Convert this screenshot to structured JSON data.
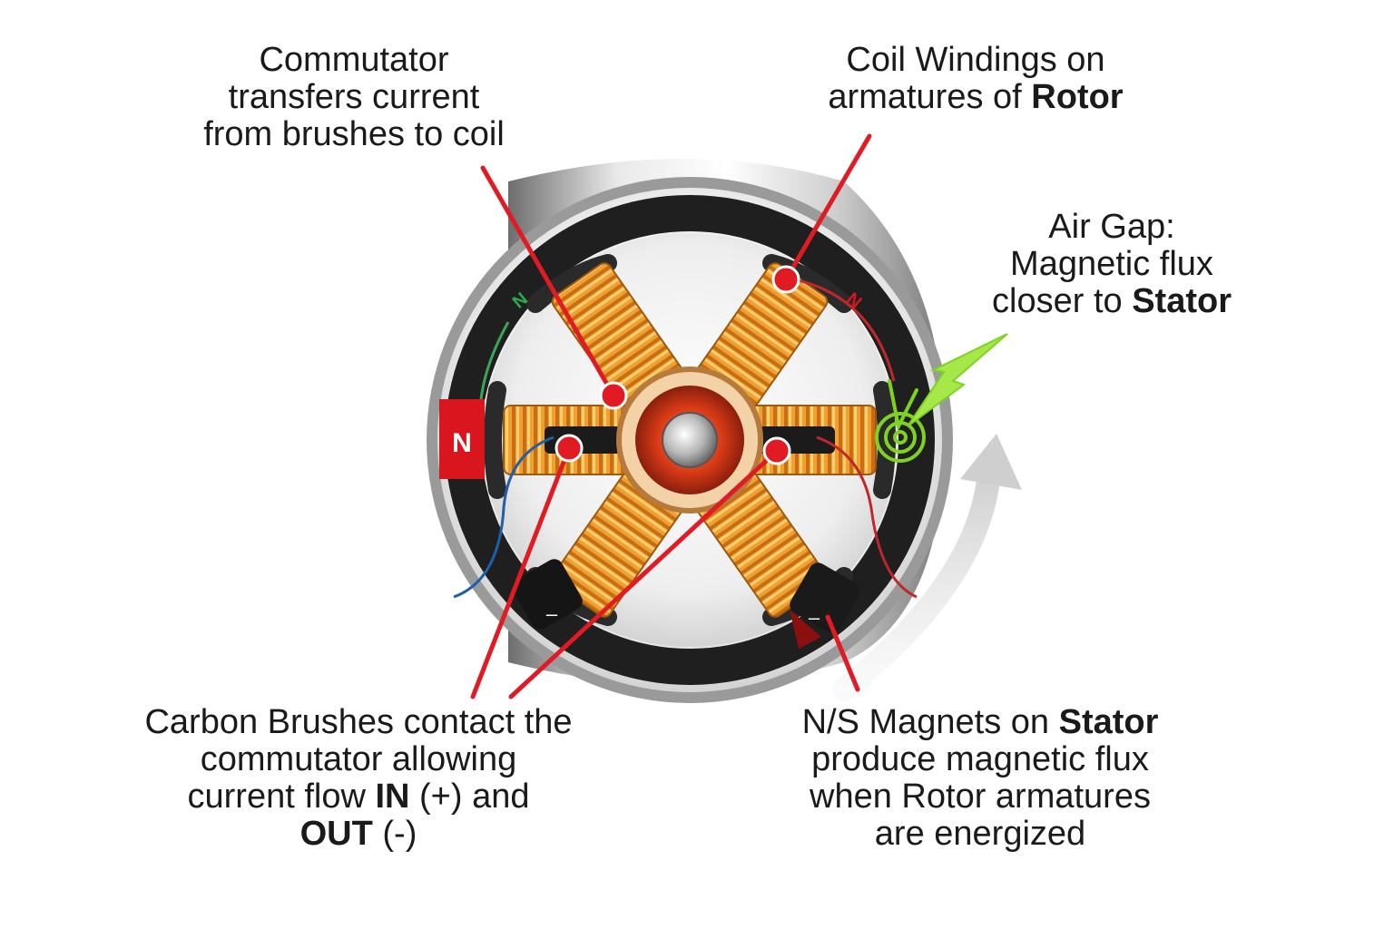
{
  "labels": {
    "commutator": {
      "line1": "Commutator",
      "line2": "transfers current",
      "line3": "from brushes to coil"
    },
    "coil_windings": {
      "line1": "Coil Windings on",
      "line2_pre": "armatures of ",
      "line2_bold": "Rotor"
    },
    "air_gap": {
      "line1": "Air Gap:",
      "line2": "Magnetic flux",
      "line3_pre": "closer to ",
      "line3_bold": "Stator"
    },
    "brushes": {
      "line1": "Carbon Brushes contact the",
      "line2": "commutator allowing",
      "line3_pre": "current flow ",
      "line3_bold": "IN",
      "line3_post": " (+) and",
      "line4_bold": "OUT",
      "line4_post": " (-)"
    },
    "magnets": {
      "line1_pre": "N/S Magnets on ",
      "line1_bold": "Stator",
      "line2": "produce magnetic flux",
      "line3": "when Rotor armatures",
      "line4": "are energized"
    }
  },
  "motor": {
    "pole_marks": [
      "N",
      "N",
      "N"
    ],
    "terminal_marks": [
      "–",
      "–"
    ]
  },
  "colors": {
    "leader": "#e01b24",
    "coil": "#f0a030",
    "stator_ring": "#1f1f1f",
    "magnet_red": "#d9161d",
    "flux_green": "#7ed321",
    "wire_blue": "#1f5fa8",
    "housing": "#c8c8c8"
  }
}
